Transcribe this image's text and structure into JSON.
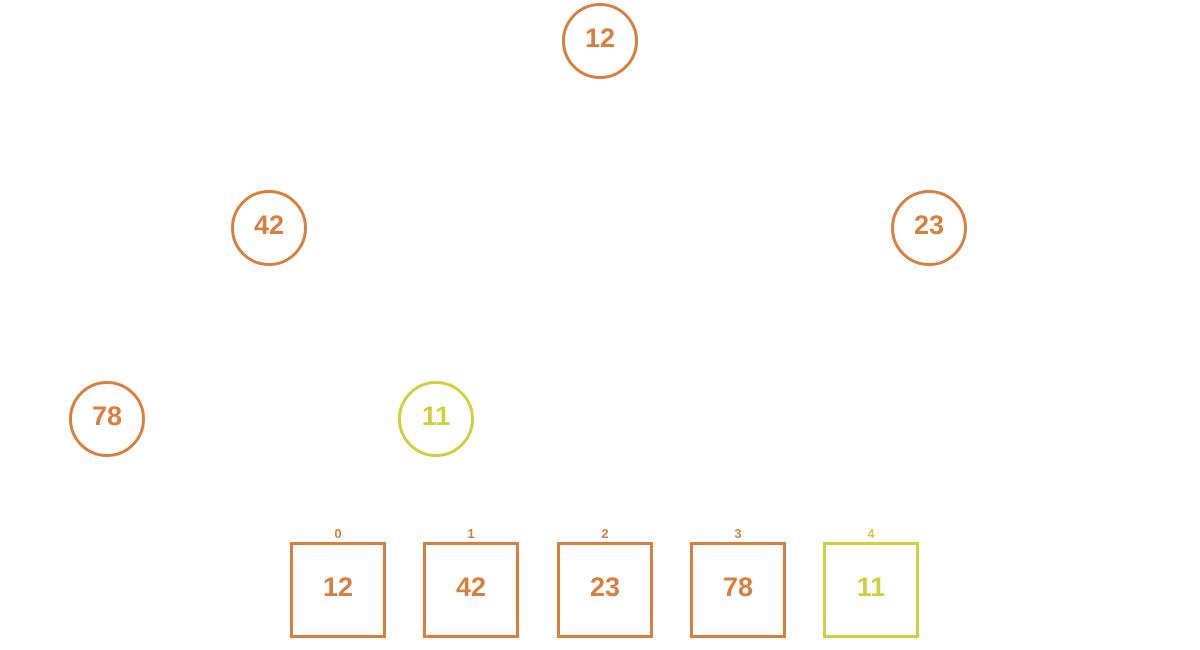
{
  "colors": {
    "default": "#d97f3e",
    "highlight": "#d4cd3c"
  },
  "tree": {
    "nodes": [
      {
        "value": "12",
        "state": "default"
      },
      {
        "value": "42",
        "state": "default"
      },
      {
        "value": "23",
        "state": "default"
      },
      {
        "value": "78",
        "state": "default"
      },
      {
        "value": "11",
        "state": "highlight"
      }
    ]
  },
  "array": {
    "cells": [
      {
        "index": "0",
        "value": "12",
        "state": "default"
      },
      {
        "index": "1",
        "value": "42",
        "state": "default"
      },
      {
        "index": "2",
        "value": "23",
        "state": "default"
      },
      {
        "index": "3",
        "value": "78",
        "state": "default"
      },
      {
        "index": "4",
        "value": "11",
        "state": "highlight"
      }
    ]
  }
}
